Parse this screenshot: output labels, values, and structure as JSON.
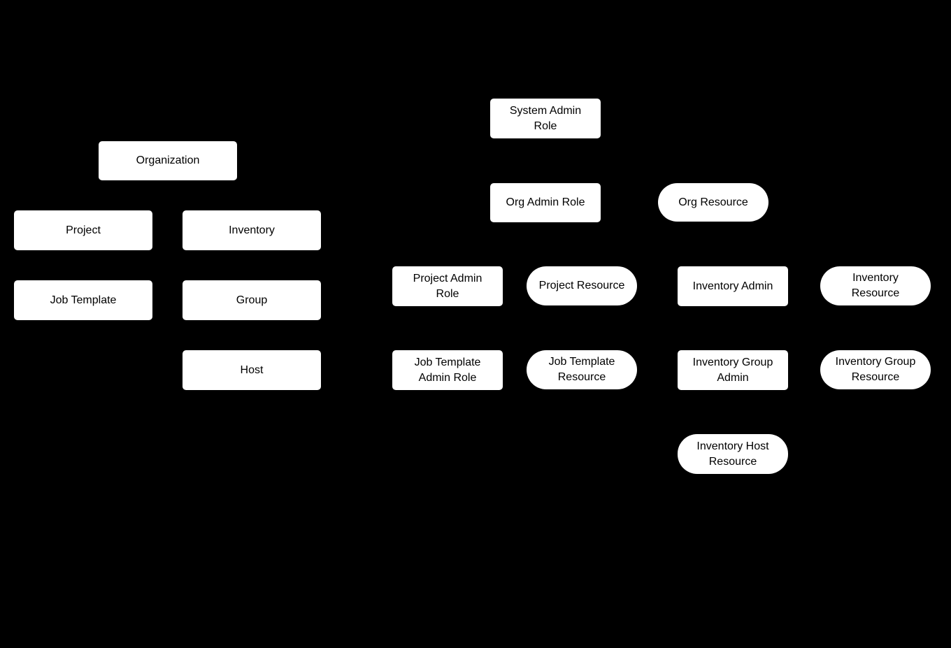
{
  "canvas": {
    "background_color": "#000000",
    "node_fill_color": "#ffffff",
    "node_text_color": "#000000"
  },
  "nodes": {
    "organization": {
      "label": "Organization",
      "shape": "rect"
    },
    "project": {
      "label": "Project",
      "shape": "rect"
    },
    "inventory": {
      "label": "Inventory",
      "shape": "rect"
    },
    "job_template": {
      "label": "Job Template",
      "shape": "rect"
    },
    "group": {
      "label": "Group",
      "shape": "rect"
    },
    "host": {
      "label": "Host",
      "shape": "rect"
    },
    "system_admin_role": {
      "label": "System Admin\nRole",
      "shape": "rect"
    },
    "org_admin_role": {
      "label": "Org Admin Role",
      "shape": "rect"
    },
    "org_resource": {
      "label": "Org Resource",
      "shape": "pill"
    },
    "project_admin_role": {
      "label": "Project Admin\nRole",
      "shape": "rect"
    },
    "project_resource": {
      "label": "Project Resource",
      "shape": "pill"
    },
    "inventory_admin": {
      "label": "Inventory Admin",
      "shape": "rect"
    },
    "inventory_resource": {
      "label": "Inventory\nResource",
      "shape": "pill"
    },
    "job_template_admin_role": {
      "label": "Job Template\nAdmin Role",
      "shape": "rect"
    },
    "job_template_resource": {
      "label": "Job Template\nResource",
      "shape": "pill"
    },
    "inventory_group_admin": {
      "label": "Inventory Group\nAdmin",
      "shape": "rect"
    },
    "inventory_group_resource": {
      "label": "Inventory Group\nResource",
      "shape": "pill"
    },
    "inventory_host_resource": {
      "label": "Inventory Host\nResource",
      "shape": "pill"
    }
  }
}
